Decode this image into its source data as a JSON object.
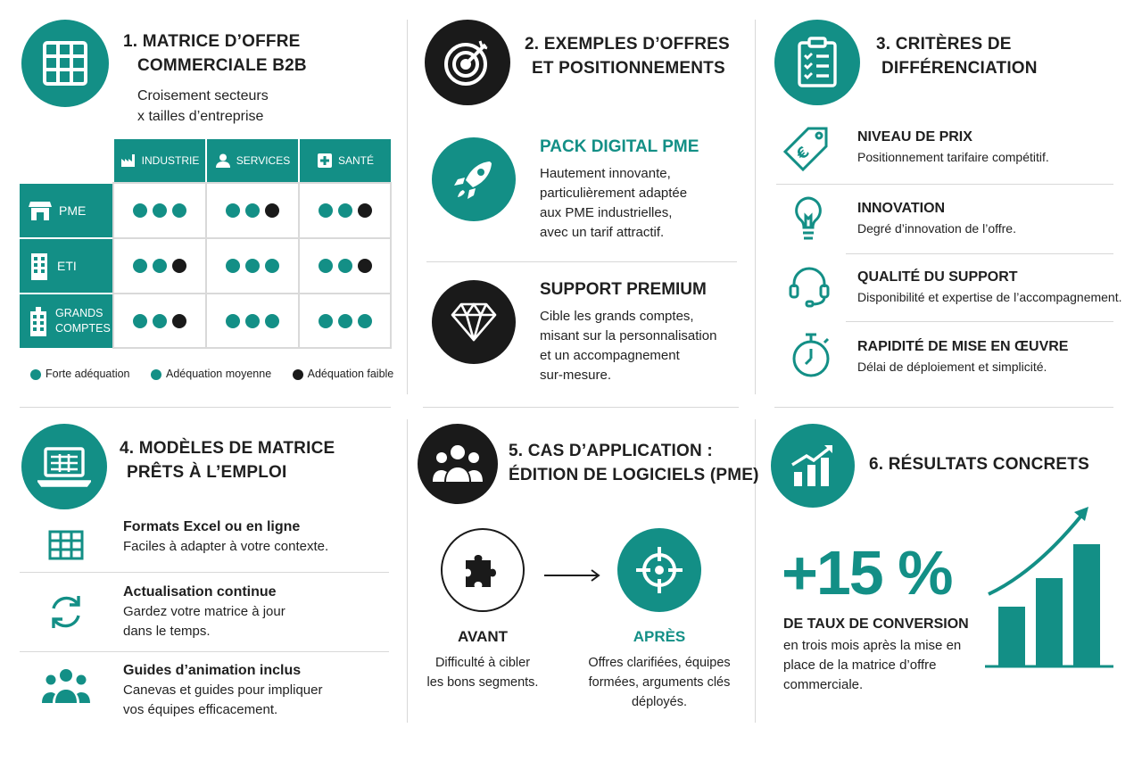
{
  "s1": {
    "title_l1": "1. MATRICE D’OFFRE",
    "title_l2": "COMMERCIALE B2B",
    "sub_l1": "Croisement secteurs",
    "sub_l2": "x tailles d’entreprise",
    "columns": [
      "INDUSTRIE",
      "SERVICES",
      "SANTÉ"
    ],
    "rows": [
      {
        "label": "PME",
        "dots": [
          [
            "t",
            "t",
            "t"
          ],
          [
            "t",
            "t",
            "b"
          ],
          [
            "t",
            "t",
            "b"
          ]
        ]
      },
      {
        "label": "ETI",
        "dots": [
          [
            "t",
            "t",
            "b"
          ],
          [
            "t",
            "t",
            "t"
          ],
          [
            "t",
            "t",
            "b"
          ]
        ]
      },
      {
        "label_l1": "GRANDS",
        "label_l2": "COMPTES",
        "dots": [
          [
            "t",
            "t",
            "b"
          ],
          [
            "t",
            "t",
            "t"
          ],
          [
            "t",
            "t",
            "t"
          ]
        ]
      }
    ],
    "legend": [
      "Forte adéquation",
      "Adéquation moyenne",
      "Adéquation faible"
    ]
  },
  "s2": {
    "title_l1": "2. EXEMPLES D’OFFRES",
    "title_l2": "ET POSITIONNEMENTS",
    "offer1": {
      "title": "PACK DIGITAL PME",
      "l1": "Hautement innovante,",
      "l2": "particulièrement adaptée",
      "l3": "aux PME industrielles,",
      "l4": "avec un tarif attractif."
    },
    "offer2": {
      "title": "SUPPORT PREMIUM",
      "l1": "Cible les grands comptes,",
      "l2": "misant sur la personnalisation",
      "l3": "et un accompagnement",
      "l4": "sur-mesure."
    }
  },
  "s3": {
    "title_l1": "3. CRITÈRES DE",
    "title_l2": "DIFFÉRENCIATION",
    "items": [
      {
        "title": "NIVEAU DE PRIX",
        "desc": "Positionnement tarifaire compétitif."
      },
      {
        "title": "INNOVATION",
        "desc": "Degré d’innovation de l’offre."
      },
      {
        "title": "QUALITÉ DU SUPPORT",
        "desc": "Disponibilité et expertise de l’accompagnement."
      },
      {
        "title": "RAPIDITÉ DE MISE EN ŒUVRE",
        "desc": "Délai de déploiement et simplicité."
      }
    ]
  },
  "s4": {
    "title_l1": "4. MODÈLES DE MATRICE",
    "title_l2": "PRÊTS À L’EMPLOI",
    "items": [
      {
        "title": "Formats Excel ou en ligne",
        "l1": "Faciles à adapter à votre contexte.",
        "l2": ""
      },
      {
        "title": "Actualisation continue",
        "l1": "Gardez votre matrice à jour",
        "l2": "dans le temps."
      },
      {
        "title": "Guides d’animation inclus",
        "l1": "Canevas et guides pour impliquer",
        "l2": "vos équipes efficacement."
      }
    ]
  },
  "s5": {
    "title_l1": "5. CAS D’APPLICATION :",
    "title_l2": "ÉDITION DE LOGICIELS (PME)",
    "before": {
      "label": "AVANT",
      "l1": "Difficulté à cibler",
      "l2": "les bons segments."
    },
    "after": {
      "label": "APRÈS",
      "l1": "Offres clarifiées, équipes",
      "l2": "formées, arguments clés",
      "l3": "déployés."
    }
  },
  "s6": {
    "title": "6. RÉSULTATS CONCRETS",
    "big": "+15 %",
    "label": "DE TAUX DE CONVERSION",
    "l1": "en trois mois après la mise en",
    "l2": "place de la matrice d’offre",
    "l3": "commerciale."
  },
  "colors": {
    "teal": "#138f86",
    "black": "#1a1a1a"
  }
}
